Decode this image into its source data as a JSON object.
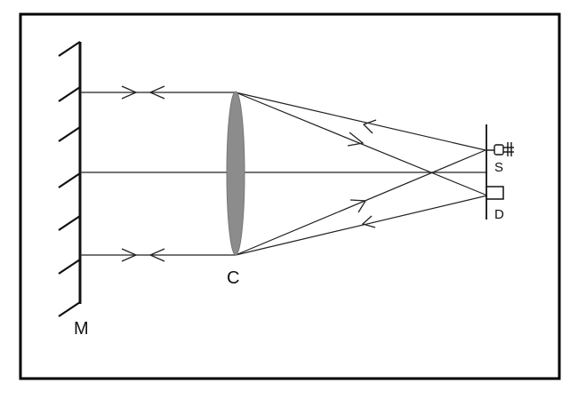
{
  "labels": {
    "mirror": "M",
    "lens": "C",
    "source": "S",
    "detector": "D"
  },
  "colors": {
    "line": "#222222",
    "frame": "#000000",
    "lens_fill": "#8c8c8c",
    "background": "#ffffff"
  },
  "icons": {
    "source": "lamp-icon",
    "detector": "detector-box-icon"
  }
}
